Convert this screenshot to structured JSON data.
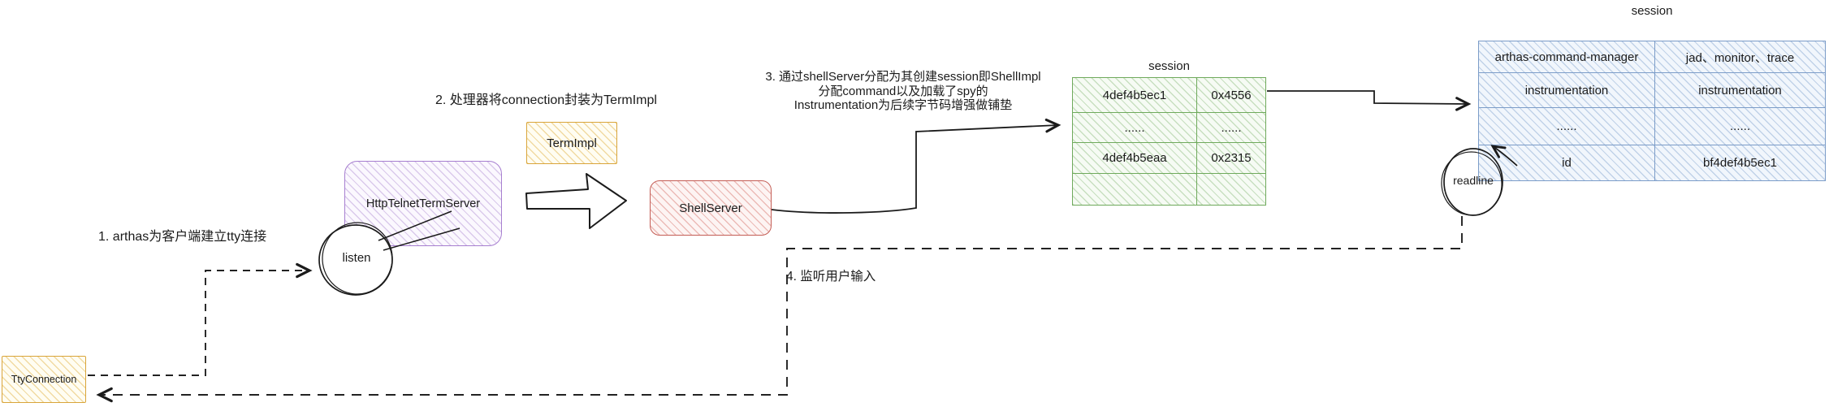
{
  "diagram": {
    "labels": {
      "step1": "1. arthas为客户端建立tty连接",
      "step2": "2. 处理器将connection封装为TermImpl",
      "step3_line1": "3. 通过shellServer分配为其创建session即ShellImpl",
      "step3_line2": "分配command以及加载了spy的",
      "step3_line3": "Instrumentation为后续字节码增强做铺垫",
      "step4": "4. 监听用户输入"
    },
    "nodes": {
      "tty_connection": "TtyConnection",
      "listen": "listen",
      "http_telnet_term_server": "HttpTelnetTermServer",
      "term_impl": "TermImpl",
      "shell_server": "ShellServer",
      "readline": "readline"
    },
    "session_map_table": {
      "title": "session",
      "rows": [
        [
          "4def4b5ec1",
          "0x4556"
        ],
        [
          "......",
          "......"
        ],
        [
          "4def4b5eaa",
          "0x2315"
        ],
        [
          "",
          ""
        ]
      ]
    },
    "session_detail_table": {
      "title": "session",
      "rows": [
        [
          "arthas-command-manager",
          "jad、monitor、trace"
        ],
        [
          "instrumentation",
          "instrumentation"
        ],
        [
          "......",
          "......"
        ],
        [
          "id",
          "bf4def4b5ec1"
        ]
      ]
    },
    "colors": {
      "stroke_black": "#1b1b1b",
      "yellow": "#d9a53a",
      "purple": "#a77fd0",
      "red": "#c45e56",
      "green": "#6faa5c",
      "blue": "#7b9cc8"
    }
  }
}
